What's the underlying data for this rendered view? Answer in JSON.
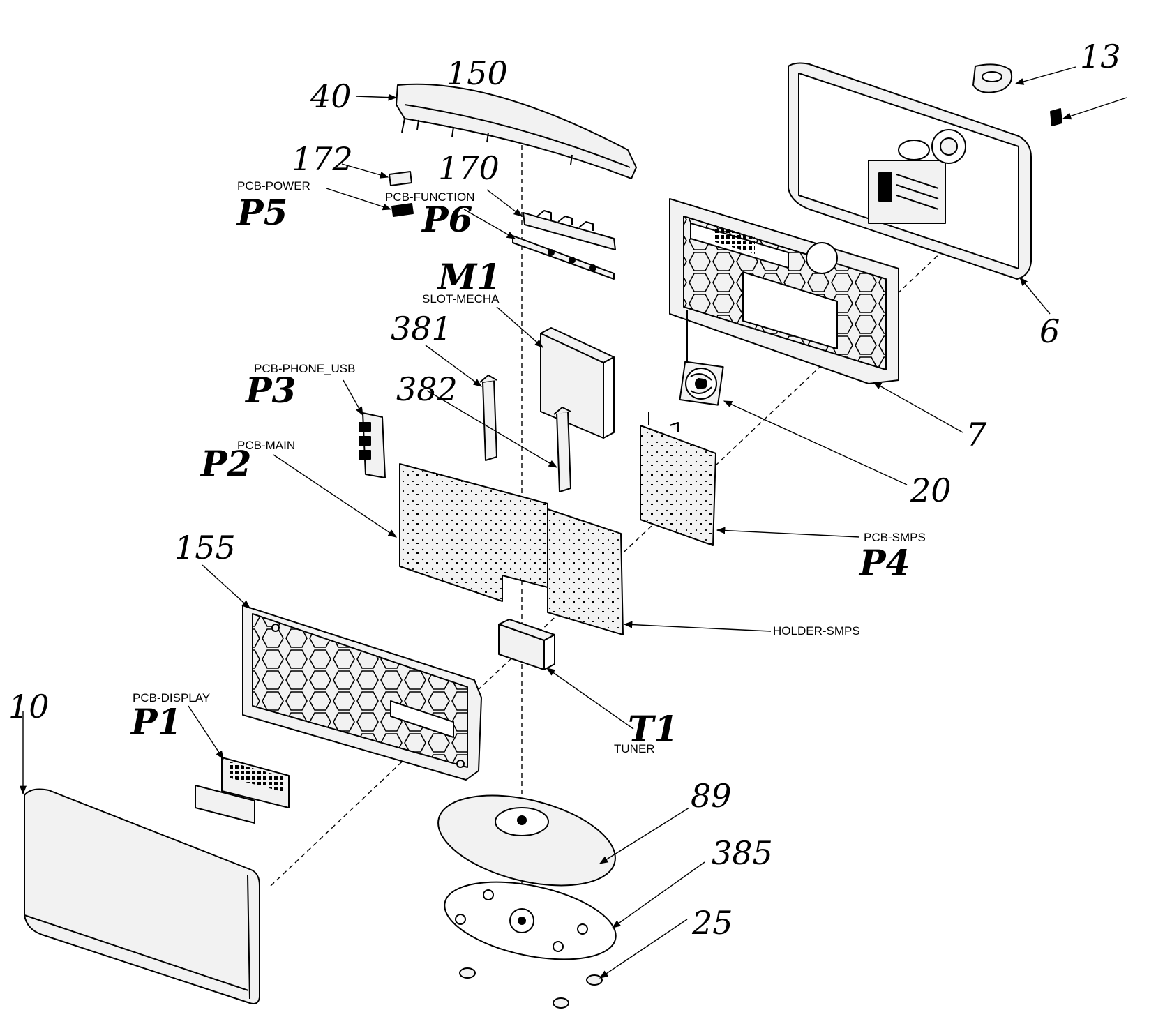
{
  "colors": {
    "ink": "#000000",
    "paper": "#ffffff",
    "part_fill": "#f2f2f2"
  },
  "numbers": {
    "n150": "150",
    "n40": "40",
    "n13": "13",
    "n172": "172",
    "n170": "170",
    "n6": "6",
    "n381": "381",
    "n382": "382",
    "n7": "7",
    "n20": "20",
    "n155": "155",
    "n10": "10",
    "n89": "89",
    "n385": "385",
    "n25": "25"
  },
  "codes": {
    "p5": "P5",
    "p6": "P6",
    "m1": "M1",
    "p3": "P3",
    "p2": "P2",
    "p4": "P4",
    "p1": "P1",
    "t1": "T1"
  },
  "names": {
    "pcb_power": "PCB-POWER",
    "pcb_function": "PCB-FUNCTION",
    "slot_mecha": "SLOT-MECHA",
    "pcb_phone_usb": "PCB-PHONE_USB",
    "pcb_main": "PCB-MAIN",
    "pcb_smps": "PCB-SMPS",
    "holder_smps": "HOLDER-SMPS",
    "pcb_display": "PCB-DISPLAY",
    "tuner": "TUNER"
  }
}
